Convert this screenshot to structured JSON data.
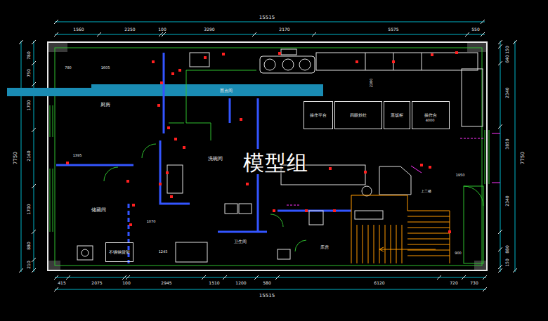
{
  "diagram": {
    "nodes": [
      {
        "text": [
          "操作平台"
        ]
      },
      {
        "text": [
          "四眼炒灶"
        ]
      },
      {
        "text": [
          "蒸饭柜"
        ]
      },
      {
        "text": [
          "操作台"
        ]
      },
      {
        "text": [
          "不锈钢货架"
        ]
      }
    ],
    "labels": [
      "15515",
      "1560",
      "2250",
      "100",
      "3290",
      "2170",
      "5575",
      "550",
      "415",
      "2075",
      "100",
      "2945",
      "1510",
      "1200",
      "580",
      "6120",
      "720",
      "730",
      "15515",
      "780",
      "750",
      "1700",
      "2160",
      "1700",
      "880",
      "210",
      "7750",
      "150",
      "640",
      "2340",
      "3850",
      "2340",
      "880",
      "150",
      "7750",
      "780",
      "1605",
      "1395",
      "1070",
      "1245",
      "2380",
      "4000",
      "1950",
      "900",
      "厨房",
      "面点间",
      "洗碗间",
      "储藏间",
      "卫生间",
      "库房",
      "上二楼",
      "模型组"
    ]
  }
}
